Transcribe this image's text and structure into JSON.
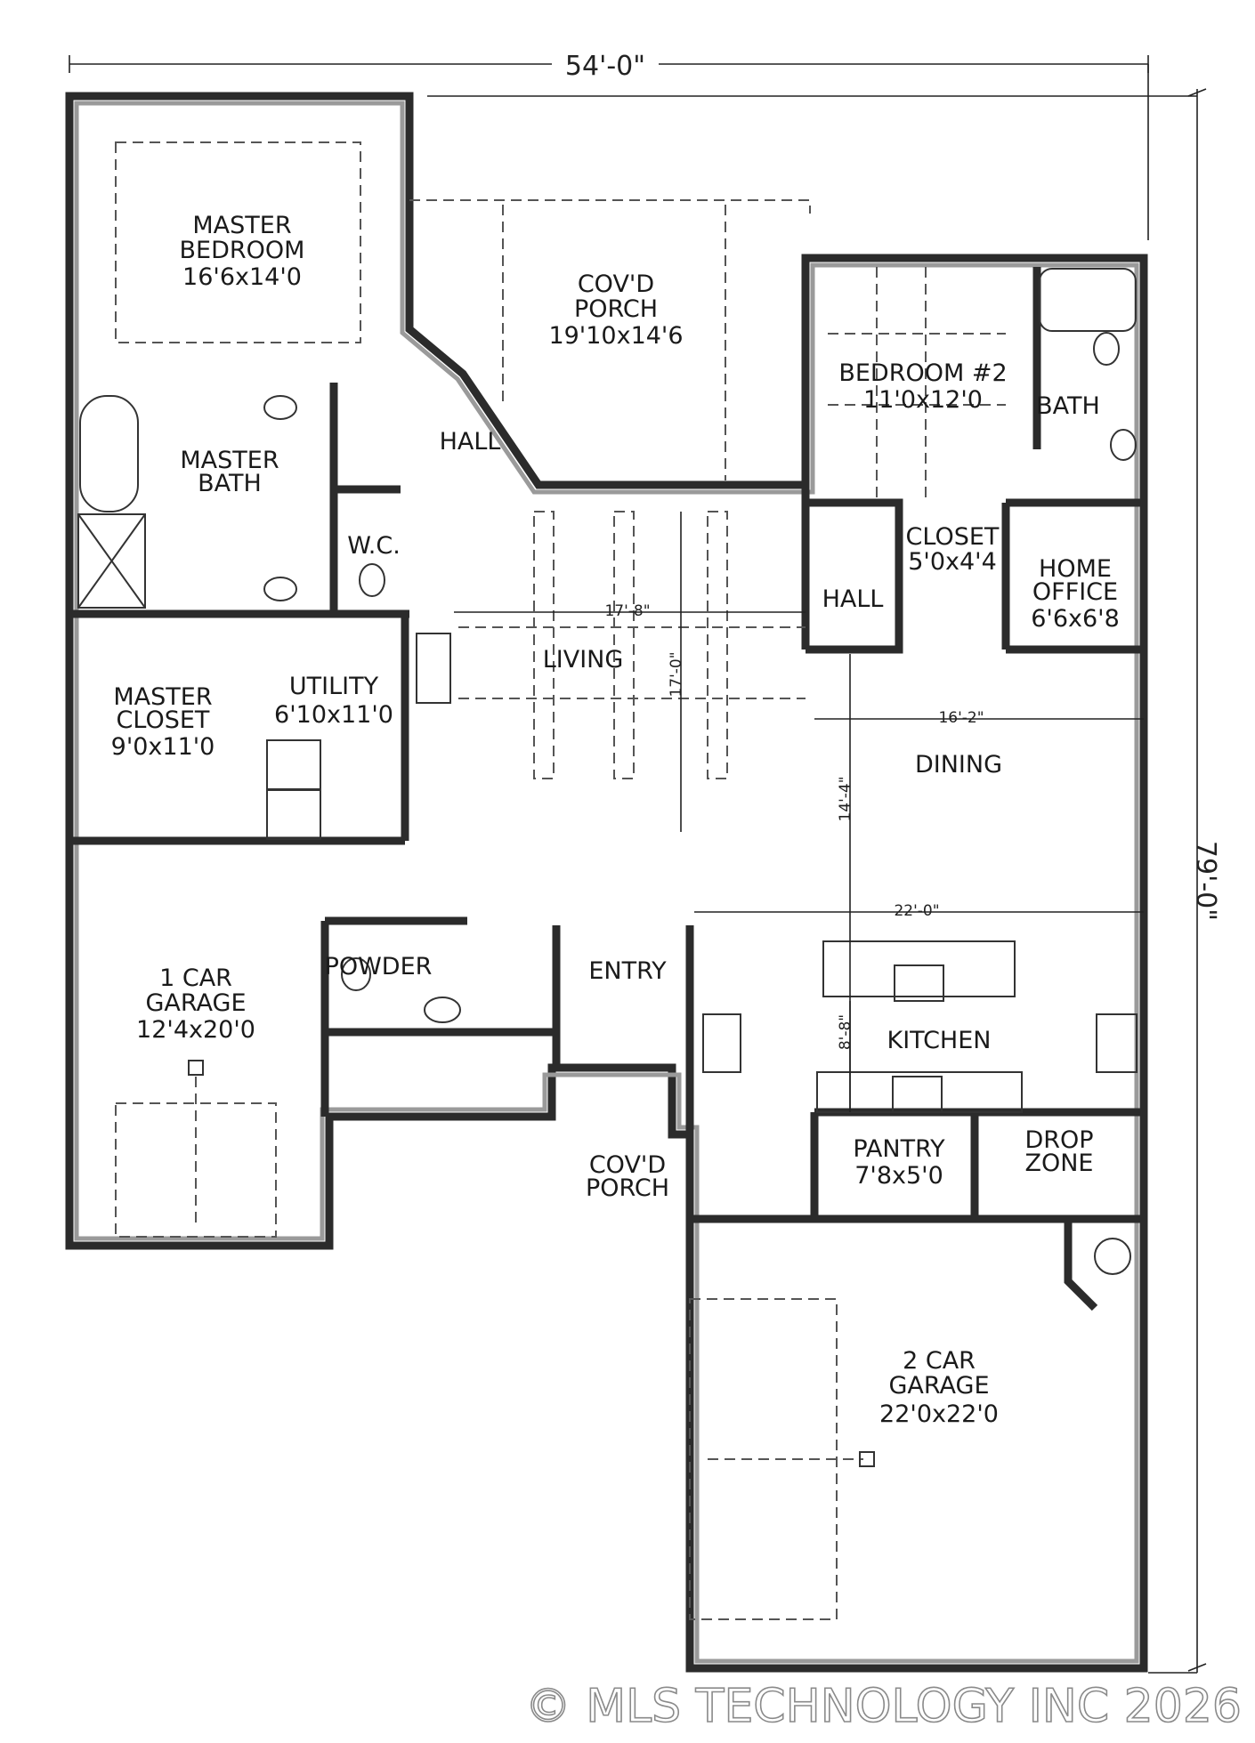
{
  "overall": {
    "width_label": "54'-0\"",
    "depth_label": "79'-0\""
  },
  "rooms": {
    "master_bedroom": {
      "line1": "MASTER",
      "line2": "BEDROOM",
      "size": "16'6x14'0"
    },
    "covd_porch_rear": {
      "line1": "COV'D",
      "line2": "PORCH",
      "size": "19'10x14'6"
    },
    "bedroom2": {
      "line1": "BEDROOM #2",
      "size": "11'0x12'0"
    },
    "bath": {
      "name": "BATH"
    },
    "hall_left": {
      "name": "HALL"
    },
    "master_bath": {
      "line1": "MASTER",
      "line2": "BATH"
    },
    "wc": {
      "name": "W.C."
    },
    "closet": {
      "name": "CLOSET",
      "size": "5'0x4'4"
    },
    "home_office": {
      "line1": "HOME",
      "line2": "OFFICE",
      "size": "6'6x6'8"
    },
    "hall_right": {
      "name": "HALL"
    },
    "living": {
      "name": "LIVING"
    },
    "master_closet": {
      "line1": "MASTER",
      "line2": "CLOSET",
      "size": "9'0x11'0"
    },
    "utility": {
      "name": "UTILITY",
      "size": "6'10x11'0"
    },
    "dining": {
      "name": "DINING"
    },
    "garage1": {
      "line1": "1 CAR",
      "line2": "GARAGE",
      "size": "12'4x20'0"
    },
    "powder": {
      "name": "POWDER"
    },
    "entry": {
      "name": "ENTRY"
    },
    "kitchen": {
      "name": "KITCHEN"
    },
    "pantry": {
      "name": "PANTRY",
      "size": "7'8x5'0"
    },
    "drop_zone": {
      "line1": "DROP",
      "line2": "ZONE"
    },
    "covd_porch_front": {
      "line1": "COV'D",
      "line2": "PORCH"
    },
    "garage2": {
      "line1": "2 CAR",
      "line2": "GARAGE",
      "size": "22'0x22'0"
    }
  },
  "dimensions": {
    "living_width": "17'-8\"",
    "living_depth": "17'-0\"",
    "dining_width": "16'-2\"",
    "dining_depth": "14'-4\"",
    "kitchen_width": "22'-0\"",
    "kitchen_depth": "8'-8\""
  },
  "watermark": "© MLS TECHNOLOGY INC 2026"
}
